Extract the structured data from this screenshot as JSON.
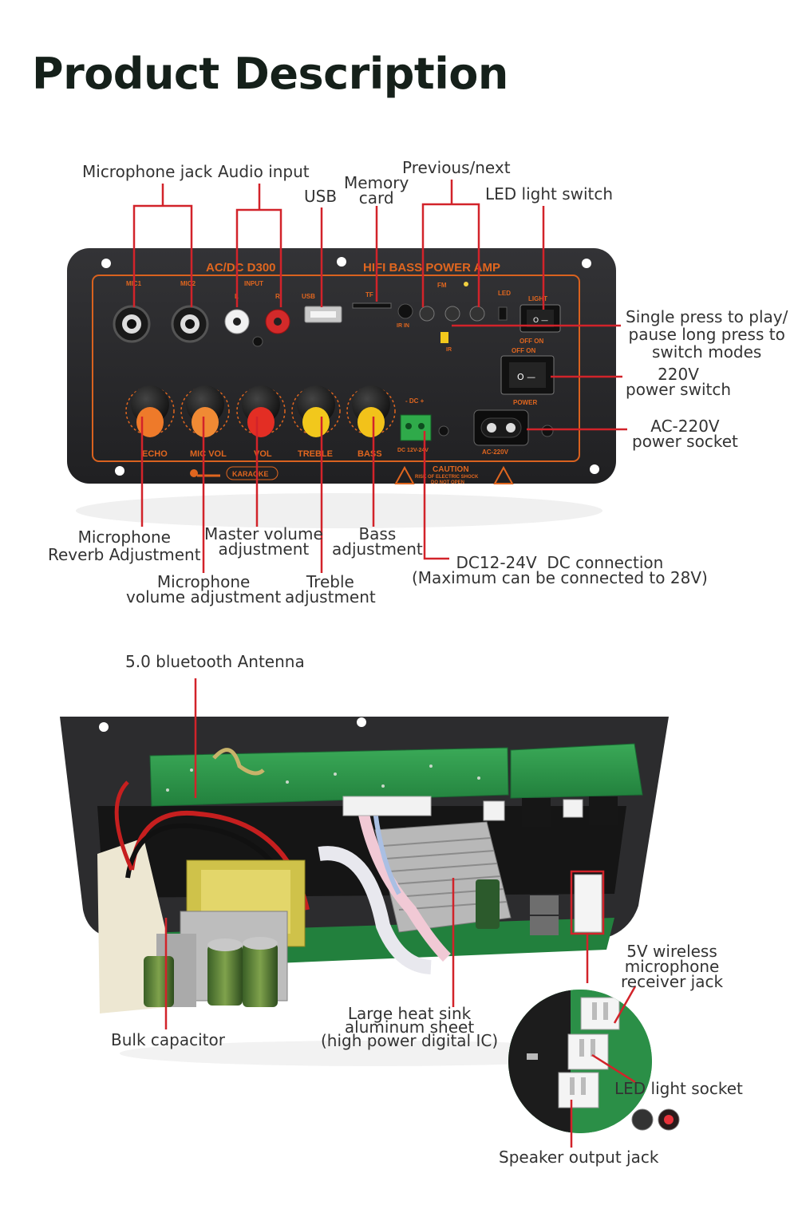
{
  "title": "Product Description",
  "front_panel": {
    "labels": {
      "microphone_jack": "Microphone jack",
      "audio_input": "Audio input",
      "usb": "USB",
      "memory_card": "Memory\ncard",
      "previous_next": "Previous/next",
      "led_light_switch": "LED light switch",
      "play_pause": "Single press to play/\npause long press to\nswitch modes",
      "power_switch": "220V\npower switch",
      "power_socket": "AC-220V\npower socket",
      "mic_reverb": "Microphone\nReverb Adjustment",
      "master_volume": "Master volume\nadjustment",
      "bass": "Bass\nadjustment",
      "dc_connection": "DC12-24V  DC connection\n(Maximum can be connected to 28V)",
      "mic_volume": "Microphone\nvolume adjustment",
      "treble": "Treble\nadjustment"
    },
    "print": {
      "model": "AC/DC D300",
      "brand": "HIFI  BASS  POWER AMP",
      "mic1": "MIC1",
      "mic2": "MIC2",
      "input": "INPUT",
      "l": "L",
      "r": "R",
      "usb": "USB",
      "tf": "TF",
      "ir_in": "IR IN",
      "fm": "FM",
      "led": "LED",
      "light": "LIGHT",
      "off_on": "OFF   ON",
      "power": "POWER",
      "echo": "ECHO",
      "mic_vol": "MIC VOL",
      "vol": "VOL",
      "treble": "TREBLE",
      "bass": "BASS",
      "dc_label": "DC 12V-24V",
      "dc_pol": "- DC +",
      "ac": "AC-220V",
      "karaoke": "KARAOKE",
      "caution": "CAUTION",
      "caution_sub": "RISK OF ELECTRIC SHOCK",
      "caution_sub2": "DO NOT OPEN",
      "ir": "IR"
    },
    "knob_colors": [
      "#ee7a2a",
      "#f08a34",
      "#e32e24",
      "#f2c81c",
      "#f2c21a"
    ]
  },
  "internal_board": {
    "labels": {
      "antenna": "5.0 bluetooth Antenna",
      "wireless_mic": "5V wireless\nmicrophone\nreceiver jack",
      "bulk_capacitor": "Bulk capacitor",
      "heat_sink": "Large heat sink\naluminum sheet\n(high power digital IC)",
      "led_socket": "LED light socket",
      "speaker_jack": "Speaker output jack"
    }
  },
  "colors": {
    "callout": "#d2232a",
    "panel": "#2a2a2c",
    "panel_print": "#e0661f",
    "pcb": "#2f9a4a"
  }
}
